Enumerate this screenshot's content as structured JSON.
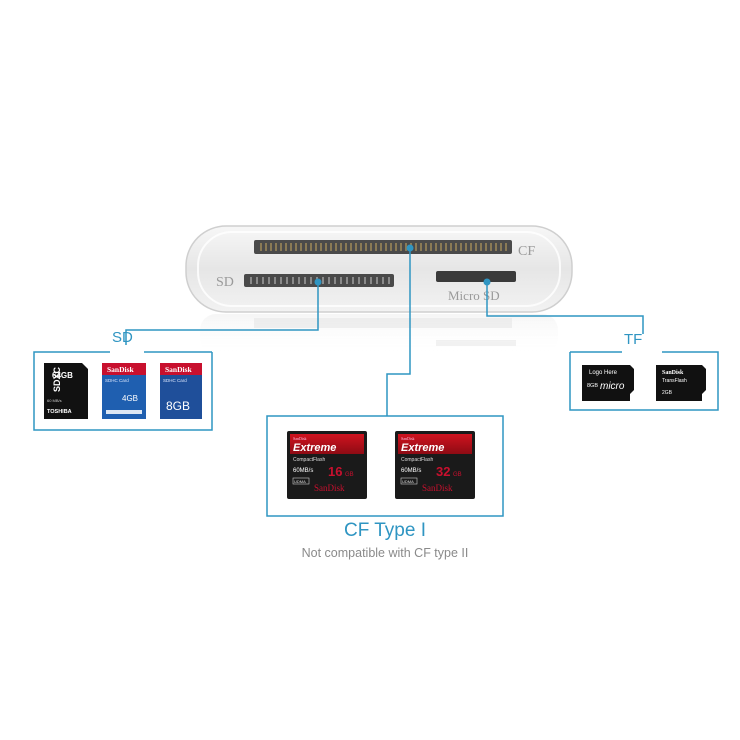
{
  "device": {
    "slot_labels": {
      "cf": "CF",
      "sd": "SD",
      "micro_sd": "Micro SD"
    }
  },
  "groups": {
    "sd": {
      "label": "SD",
      "cards": [
        {
          "brand": "",
          "capacity": "64GB",
          "type": "SDXC",
          "maker": "TOSHIBA",
          "speed": "60 MB/s"
        },
        {
          "brand": "SanDisk",
          "capacity": "4GB",
          "type": "SDHC Card"
        },
        {
          "brand": "SanDisk",
          "capacity": "8GB",
          "type": "SDHC Card"
        }
      ]
    },
    "tf": {
      "label": "TF",
      "cards": [
        {
          "brand": "Logo Here",
          "capacity": "8GB",
          "type": "micro"
        },
        {
          "brand": "SanDisk",
          "capacity": "2GB",
          "type": "TransFlash"
        }
      ]
    },
    "cf": {
      "label": "CF Type I",
      "note": "Not compatible with CF type II",
      "cards": [
        {
          "maker_small": "SanDisk",
          "line": "Extreme",
          "format": "CompactFlash",
          "speed": "60MB/s",
          "capacity": "16",
          "unit": "GB",
          "mode": "UDMA",
          "brand": "SanDisk"
        },
        {
          "maker_small": "SanDisk",
          "line": "Extreme",
          "format": "CompactFlash",
          "speed": "60MB/s",
          "capacity": "32",
          "unit": "GB",
          "mode": "UDMA",
          "brand": "SanDisk"
        }
      ]
    }
  },
  "colors": {
    "accent": "#2f95c2",
    "device_body": "#eeeeee",
    "sd_blue": "#1f5fb0",
    "cf_red": "#c8102e"
  }
}
